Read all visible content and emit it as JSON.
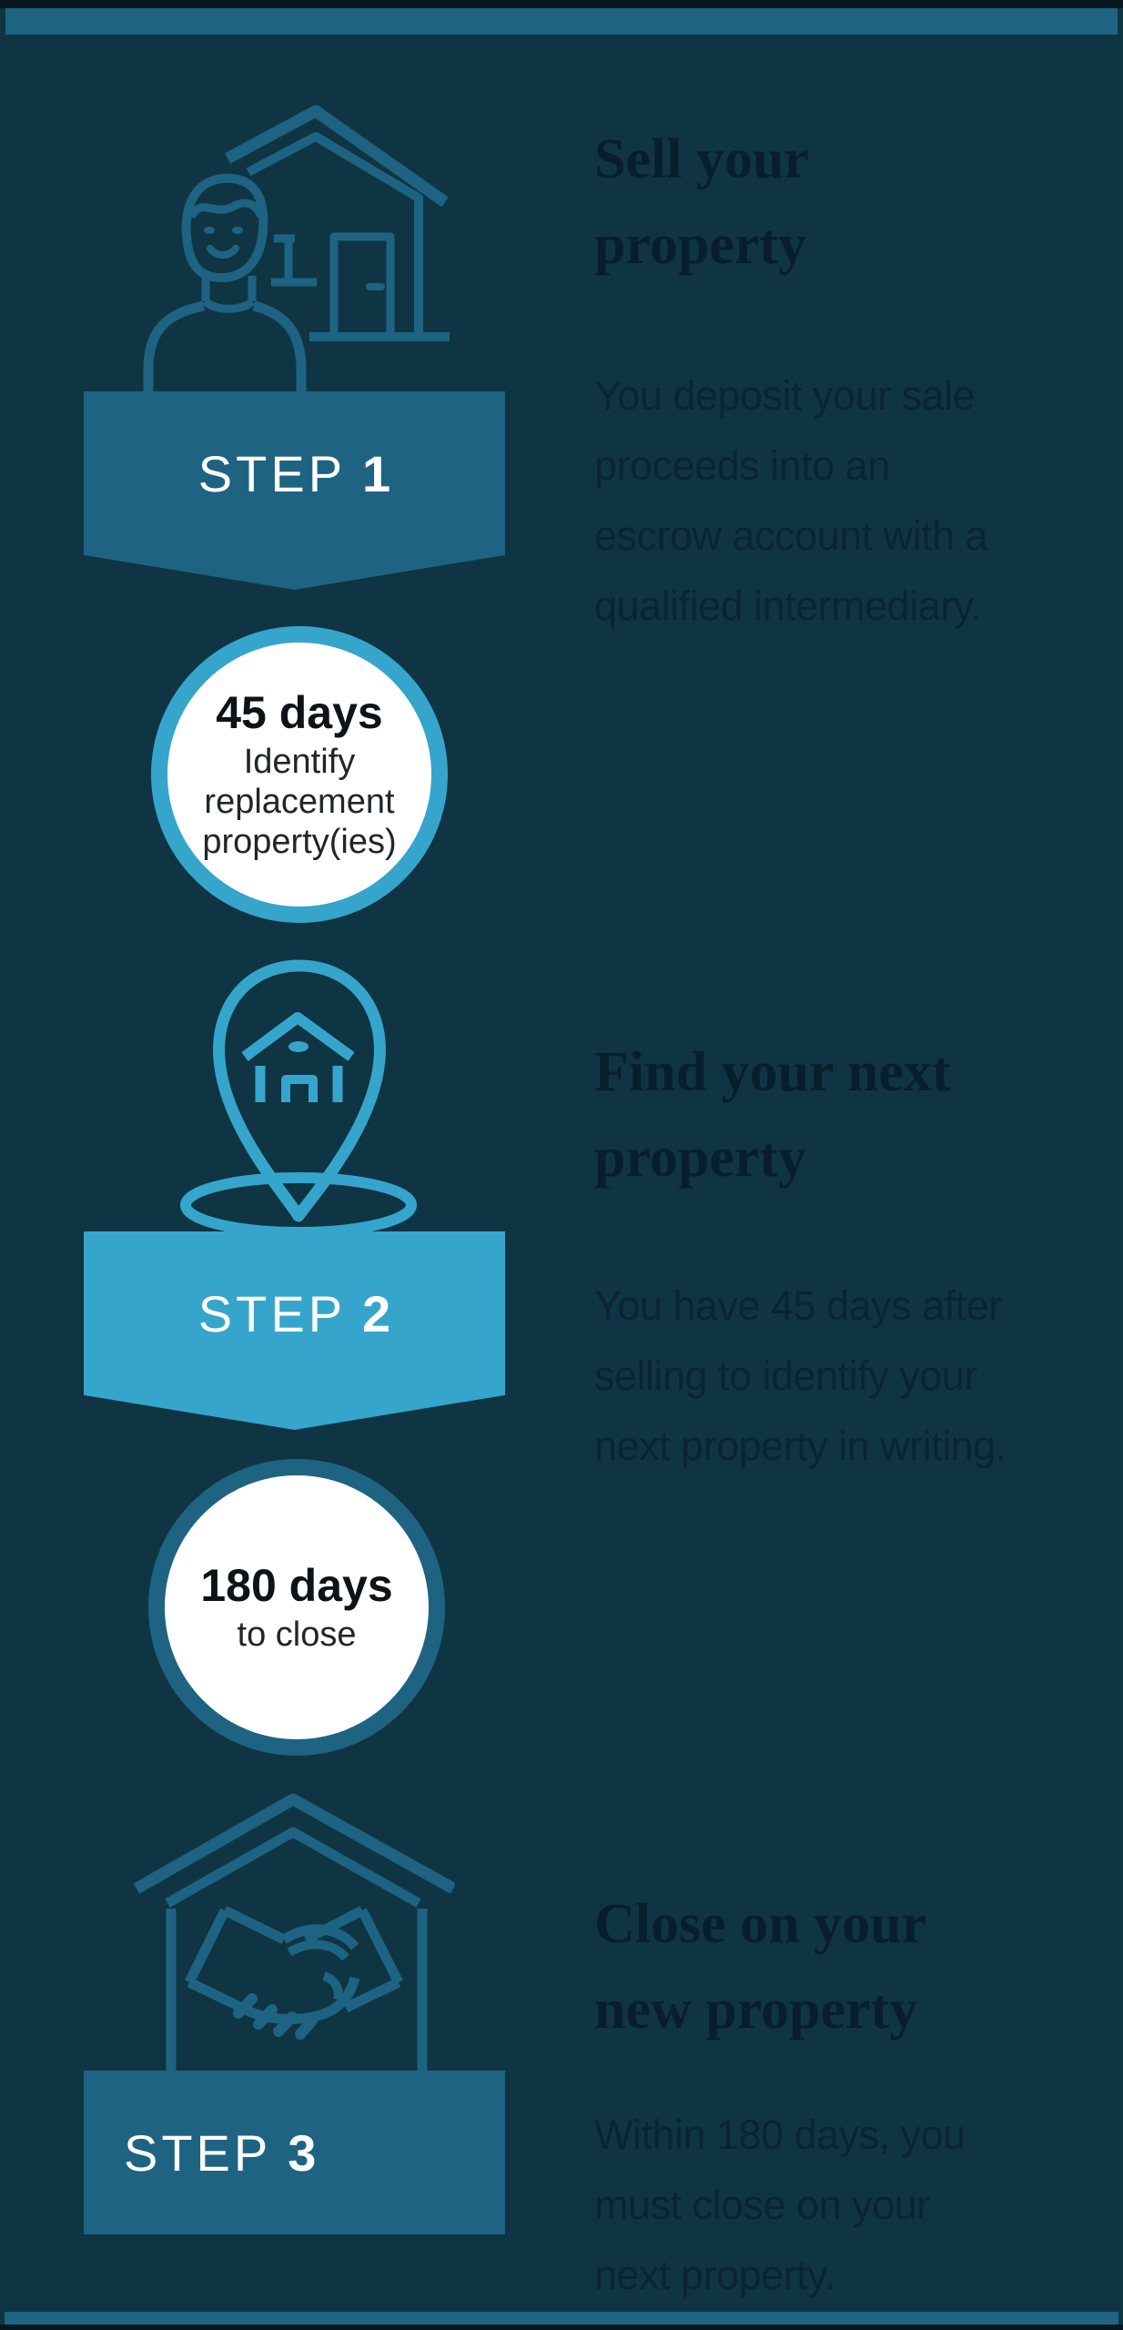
{
  "colors": {
    "background": "#0f3544",
    "edge_line": "#07161f",
    "medium_blue": "#1e6381",
    "bright_blue": "#36a5cb",
    "heading_text": "#091e2c",
    "body_text": "#0b2432",
    "circle_fill": "#ffffff",
    "circle_title": "#0e1318",
    "circle_subtitle": "#21262b",
    "step_label": "#ffffff"
  },
  "infographic": {
    "steps": [
      {
        "label_word": "STEP",
        "label_number": "1",
        "icon": "person-selling-house-icon",
        "heading": "Sell your\nproperty",
        "body": "You deposit your sale\nproceeds into an\nescrow account with a\nqualified intermediary."
      },
      {
        "label_word": "STEP",
        "label_number": "2",
        "icon": "map-pin-house-icon",
        "heading": "Find your next\nproperty",
        "body": "You have 45 days after\nselling to identify your\nnext property in writing."
      },
      {
        "label_word": "STEP",
        "label_number": "3",
        "icon": "house-handshake-icon",
        "heading": "Close on your\nnew property",
        "body": "Within 180 days, you\nmust close on your\nnext property."
      }
    ],
    "milestones": [
      {
        "title": "45 days",
        "subtitle": "Identify\nreplacement\nproperty(ies)"
      },
      {
        "title": "180 days",
        "subtitle": "to close"
      }
    ]
  }
}
